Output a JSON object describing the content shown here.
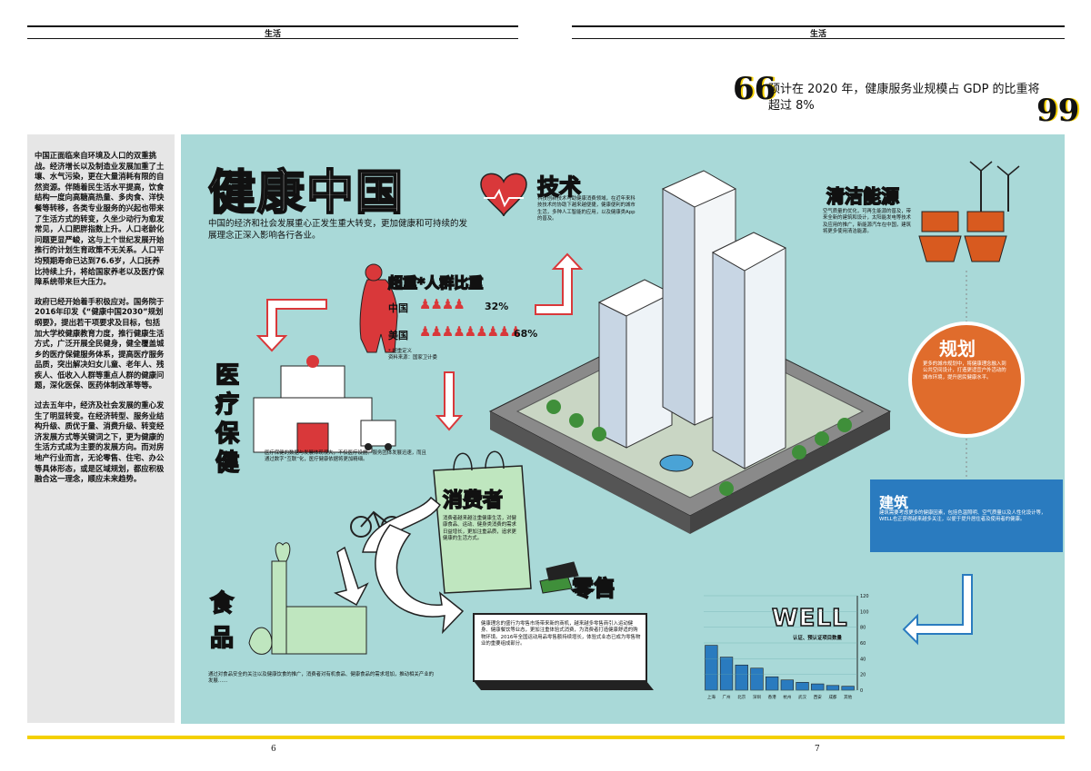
{
  "header": {
    "left_label": "生活",
    "right_label": "生活"
  },
  "quote": {
    "text": "预计在 2020 年，健康服务业规模占 GDP 的比重将超过 8%"
  },
  "sidebar": {
    "paragraphs": [
      "中国正面临来自环境及人口的双重挑战。经济增长以及制造业发展加重了土壤、水气污染，更在大量消耗有限的自然资源。伴随着民生活水平提高，饮食结构一度向高糖高热量、多肉食、洋快餐等转移，各类专业服务的兴起也带来了生活方式的转变，久坐少动行为愈发常见，人口肥胖指数上升。人口老龄化问题更显严峻，这与上个世纪发展开始推行的计划生育政策不无关系。人口平均预期寿命已达到76.6岁，人口抚养比持续上升，将给国家养老以及医疗保障系统带来巨大压力。",
      "政府已经开始着手积极应对。国务院于2016年印发《“健康中国2030”规划纲要》，提出若干项要求及目标，包括加大学校健康教育力度，推行健康生活方式，广泛开展全民健身，健全覆盖城乡的医疗保健服务体系，提高医疗服务品质，突出解决妇女儿童、老年人、残疾人、低收入人群等重点人群的健康问题，深化医保、医药体制改革等等。",
      "过去五年中，经济及社会发展的重心发生了明显转变。在经济转型、服务业结构升级、质优于量、消费升级、转变经济发展方式等关键词之下，更为健康的生活方式成为主要的发展方向。而对房地产行业而言，无论零售、住宅、办公等具体形态，或是区域规划，都应积极融合这一理念，顺应未来趋势。"
    ]
  },
  "panel": {
    "title": "健康中国",
    "subtitle": "中国的经济和社会发展重心正发生重大转变，更加健康和可持续的发展理念正深入影响各行各业。",
    "tech": {
      "heading": "技术",
      "body": "科技创新技术可助健康消费领域，在近年来科技技术的协助下越来越便捷，健康便利的城市生活，多种人工智能的应用，以及健康类App的普及。"
    },
    "obesity": {
      "heading": "超重*人群比重",
      "rows": [
        {
          "country": "中国",
          "pct": "32%",
          "value": 32
        },
        {
          "country": "美国",
          "pct": "68%",
          "value": 68
        }
      ],
      "note": "* 超重定义\n资料来源：国家卫计委"
    },
    "medical": {
      "heading": "医疗保健",
      "body": "医疗保健的数据与发展体现很大，不仅医疗设施、服务团体发展迅速，而且通过数字“互联”化，医疗健康依据将更加精细。"
    },
    "energy": {
      "heading": "清洁能源",
      "body": "空气质量的优化，可再生能源的普及，带来全新的建筑和设计，太阳能发电等技术及应用的推广，新能源汽车在中国，建筑将更多使用清洁能源。"
    },
    "planning": {
      "heading": "规划",
      "body": "更多的城市规划中，将健康理念融入到公共空间设计，打造更适宜户外活动的城市环境，提升居民健康水平。"
    },
    "building": {
      "heading": "建筑",
      "body": "建筑需要考虑更多的健康因素，包括色温照明、空气质量以及人性化设计等，WELL也正获得越来越多关注，以便于提升居住者及使用者的健康。"
    },
    "consumer": {
      "heading": "消费者",
      "body": "消费者越来越注重健康生活，对健康食品、运动、健身类消费的需求日益增长，更加注重品质，追求更健康的生活方式。"
    },
    "retail": {
      "heading": "零售",
      "body": "健康理念的盛行为零售市场带来新的商机，越来越多零售商引入运动健身、健康餐饮等业态，更加注重体验式消费，为消费者打造健康舒适的购物环境。2016年全国运动用品零售额持续增长，体验式业态已成为零售物业的重要组成部分。"
    },
    "food": {
      "heading": "食品",
      "body": "通过对食品安全的关注以及健康饮食的推广，消费者对有机食品、健康食品的需求增加，推动相关产业的发展……"
    },
    "well": {
      "heading": "WELL",
      "subtitle": "认证、预认证项目数量",
      "ylabel": "",
      "yticks": [
        "120",
        "100",
        "80",
        "60",
        "40",
        "20",
        "0"
      ],
      "cities": [
        "上海",
        "广州",
        "北京",
        "深圳",
        "香港",
        "杭州",
        "武汉",
        "西安",
        "成都",
        "其他"
      ],
      "values": [
        57,
        42,
        32,
        28,
        17,
        13,
        10,
        8,
        6,
        5
      ]
    }
  },
  "pages": {
    "left": "6",
    "right": "7"
  }
}
